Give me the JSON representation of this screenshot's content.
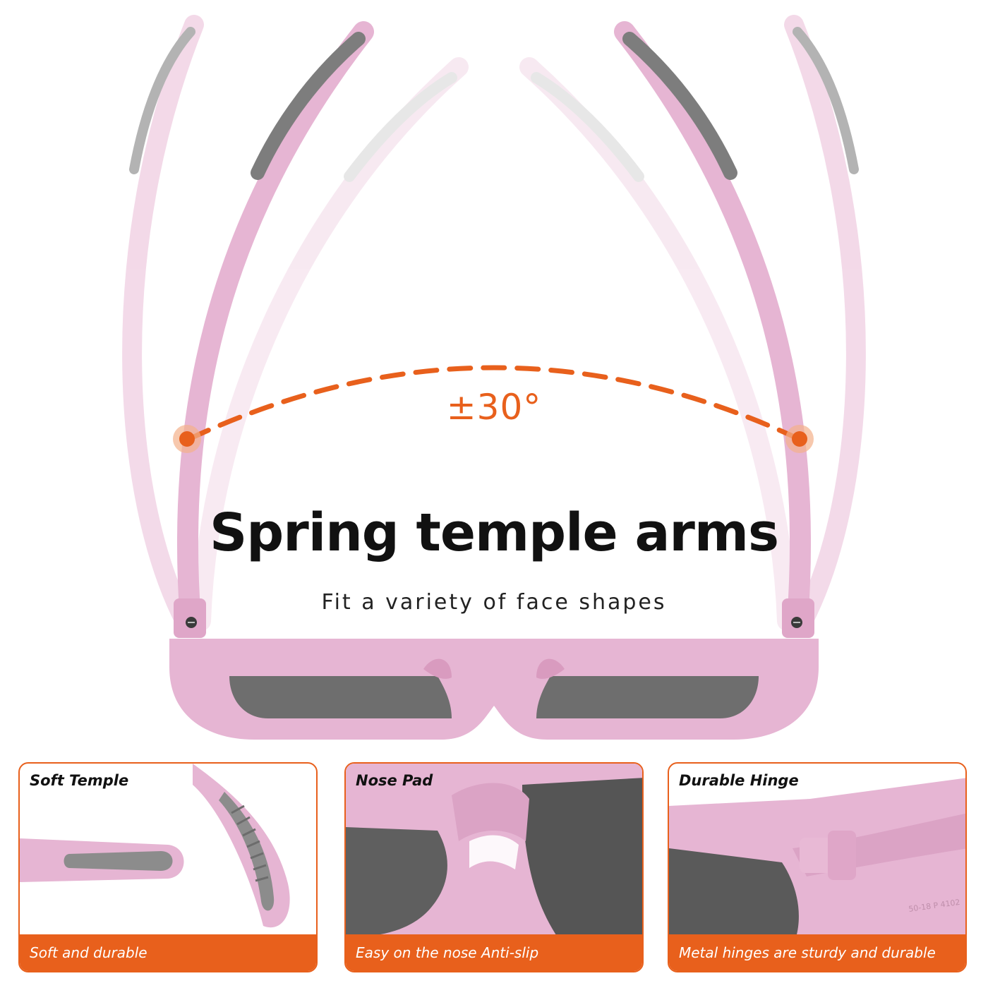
{
  "hero": {
    "angle_label": "±30°",
    "headline": "Spring temple arms",
    "subheadline": "Fit a variety of face shapes"
  },
  "features": [
    {
      "title": "Soft Temple",
      "caption": "Soft and durable"
    },
    {
      "title": "Nose Pad",
      "caption": "Easy on the nose Anti-slip"
    },
    {
      "title": "Durable Hinge",
      "caption": "Metal hinges are sturdy and durable"
    }
  ],
  "colors": {
    "accent": "#e8601c",
    "frame_pink": "#e6b5d3",
    "lens_gray": "#6e6e6e",
    "text_dark": "#111111"
  }
}
